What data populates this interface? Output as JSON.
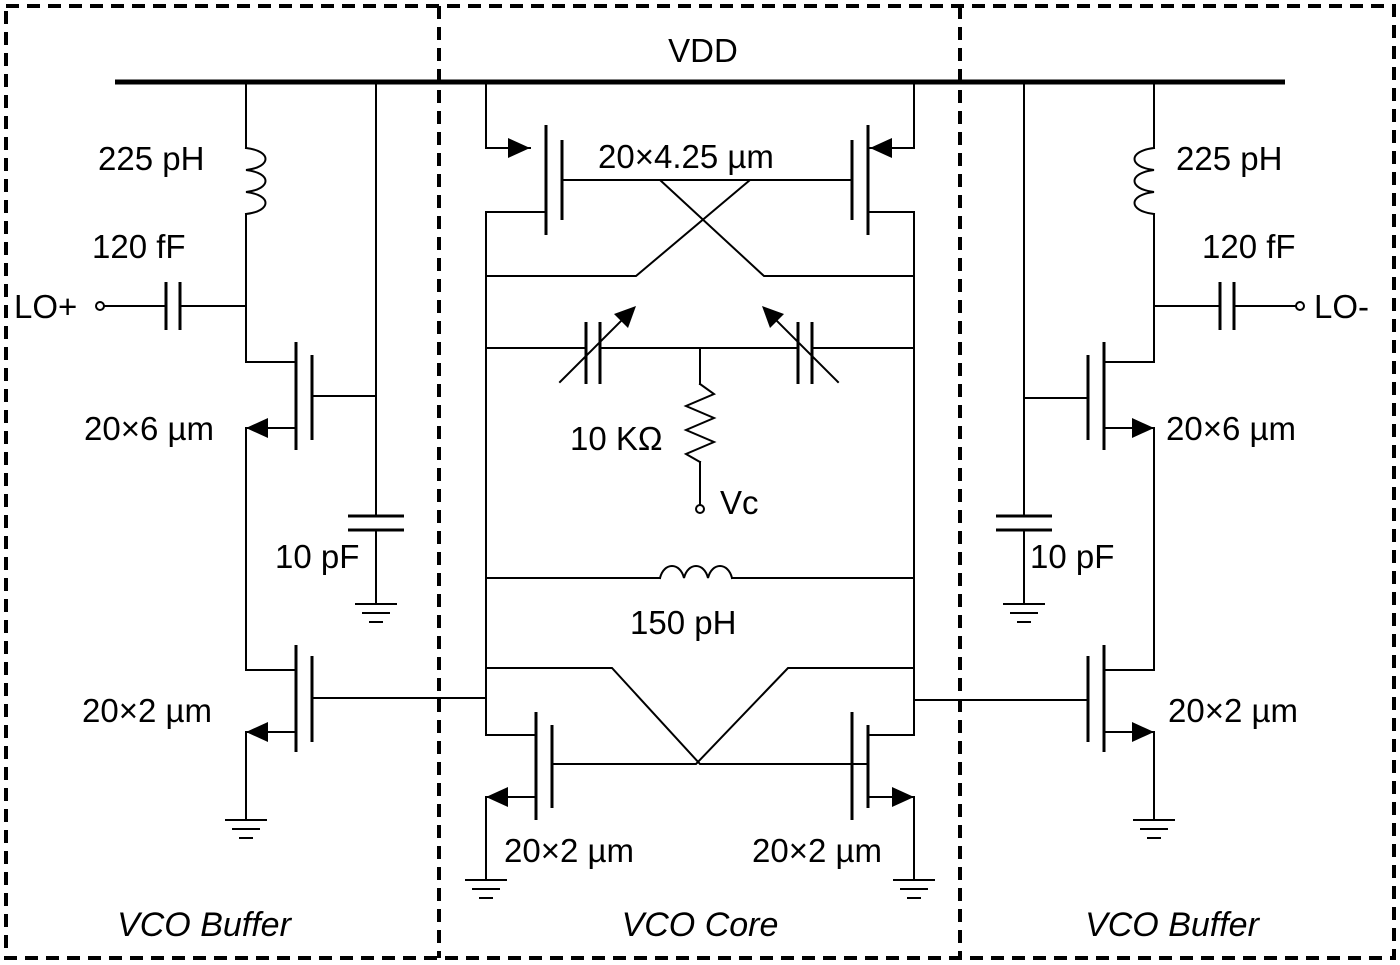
{
  "rails": {
    "supply": "VDD"
  },
  "sections": {
    "left_buffer": "VCO Buffer",
    "core": "VCO Core",
    "right_buffer": "VCO Buffer"
  },
  "left_buffer": {
    "inductor": "225 pH",
    "coupling_cap": "120 fF",
    "output_port": "LO+",
    "follower_size": "20×6 µm",
    "bypass_cap": "10 pF",
    "current_source_size": "20×2 µm"
  },
  "core": {
    "pmos_pair_size": "20×4.25 µm",
    "bias_resistor": "10 KΩ",
    "control_port": "Vc",
    "tank_inductor": "150 pH",
    "nmos_left_size": "20×2 µm",
    "nmos_right_size": "20×2 µm"
  },
  "right_buffer": {
    "inductor": "225 pH",
    "coupling_cap": "120 fF",
    "output_port": "LO-",
    "follower_size": "20×6 µm",
    "bypass_cap": "10 pF",
    "current_source_size": "20×2 µm"
  }
}
